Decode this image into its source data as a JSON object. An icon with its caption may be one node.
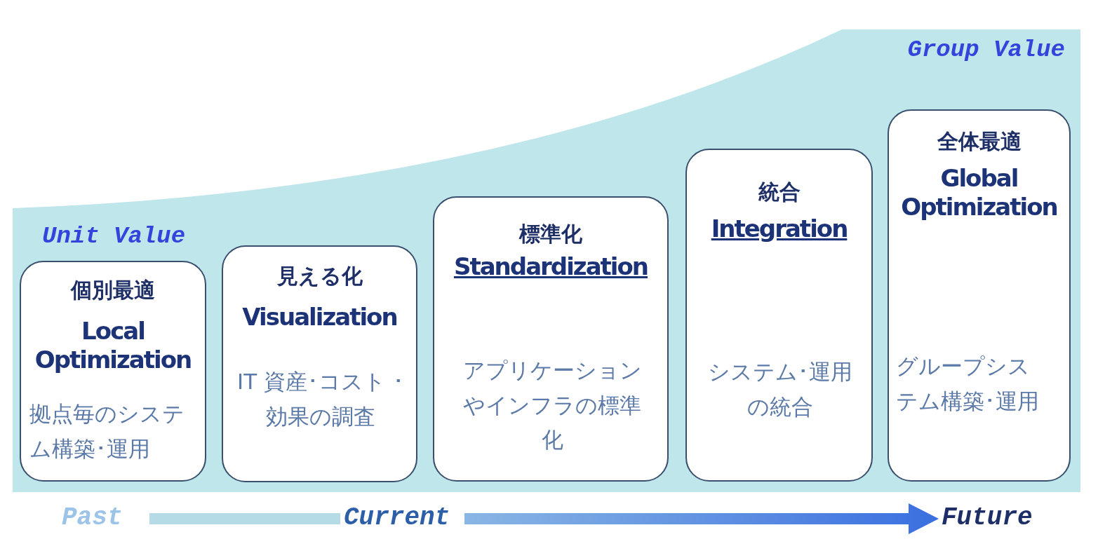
{
  "diagram": {
    "nodes": [
      {
        "text": [
          "Group Value",
          "Unit Value"
        ]
      },
      {
        "text": [
          "個別最適",
          "Local Optimization",
          "拠点毎のシステム構築･運用"
        ],
        "in": 0
      },
      {
        "text": [
          "見える化",
          "Visualization",
          "IT 資産･コスト ･効果の調査"
        ],
        "in": 0
      },
      {
        "text": [
          "標準化",
          "Standardization",
          "アプリケーションやインフラの標準化"
        ],
        "in": 0
      },
      {
        "text": [
          "統合",
          "Integration",
          "システム･運用の統合"
        ],
        "in": 0
      },
      {
        "text": [
          "全体最適",
          "Global Optimization",
          "グループシステム構築･運用"
        ],
        "in": 0
      }
    ],
    "edges": [],
    "labels": [
      "Past",
      "Current",
      "Future"
    ]
  }
}
